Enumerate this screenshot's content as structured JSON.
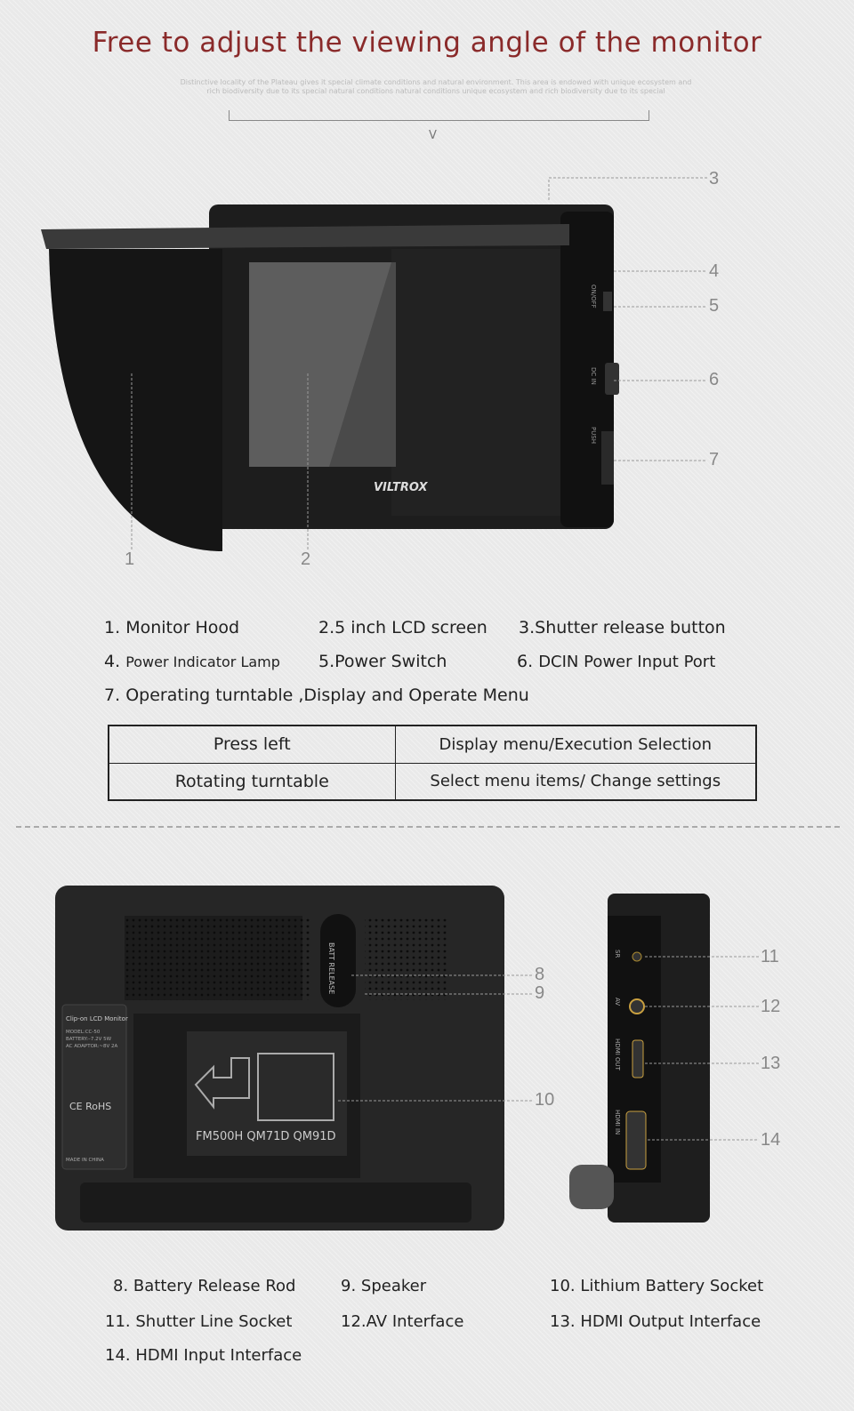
{
  "title": "Free to adjust the viewing angle of the monitor",
  "subtitle": "Distinctive locality of the Plateau gives it special climate conditions and natural environment. This area is endowed with unique ecosystem and rich biodiversity due to its special natural conditions natural conditions unique ecosystem and rich biodiversity due to its special",
  "chevron": "V",
  "front_image": {
    "brand": "VILTROX",
    "port_labels": [
      "ON/OFF",
      "DC IN",
      "PUSH"
    ],
    "callouts": [
      "1",
      "2",
      "3",
      "4",
      "5",
      "6",
      "7"
    ]
  },
  "features_top": [
    {
      "num": "1.",
      "label": "Monitor Hood"
    },
    {
      "num": "2.",
      "label": "5 inch LCD screen"
    },
    {
      "num": "3.",
      "label": "Shutter release button"
    },
    {
      "num": "4.",
      "label": "Power Indicator Lamp"
    },
    {
      "num": "5.",
      "label": "Power Switch"
    },
    {
      "num": "6.",
      "label": "DCIN Power Input Port"
    },
    {
      "num": "7.",
      "label": "Operating turntable ,Display and Operate Menu"
    }
  ],
  "table": [
    {
      "action": "Press left",
      "result": "Display menu/Execution Selection"
    },
    {
      "action": "Rotating turntable",
      "result": "Select menu items/ Change settings"
    }
  ],
  "back_image": {
    "plate_title": "Clip-on LCD Monitor",
    "plate_lines": [
      "MODEL:CC-50",
      "BATTERY:–7.2V 5W",
      "AC ADAPTOR:~8V 2A"
    ],
    "cert": "CE RoHS",
    "made_in": "MADE IN CHINA",
    "batt_release": "BATT RELEASE",
    "battery_models": "FM500H  QM71D  QM91D",
    "callouts": [
      "8",
      "9",
      "10"
    ]
  },
  "side_image": {
    "port_labels": [
      "SR",
      "AV",
      "HDMI OUT",
      "HDMI IN"
    ],
    "callouts": [
      "11",
      "12",
      "13",
      "14"
    ]
  },
  "features_bottom": [
    {
      "num": "8.",
      "label": "Battery Release Rod"
    },
    {
      "num": "9.",
      "label": "Speaker"
    },
    {
      "num": "10.",
      "label": "Lithium Battery Socket"
    },
    {
      "num": "11.",
      "label": "Shutter Line Socket"
    },
    {
      "num": "12.",
      "label": "AV Interface"
    },
    {
      "num": "13.",
      "label": "HDMI Output Interface"
    },
    {
      "num": "14.",
      "label": "HDMI Input Interface"
    }
  ]
}
